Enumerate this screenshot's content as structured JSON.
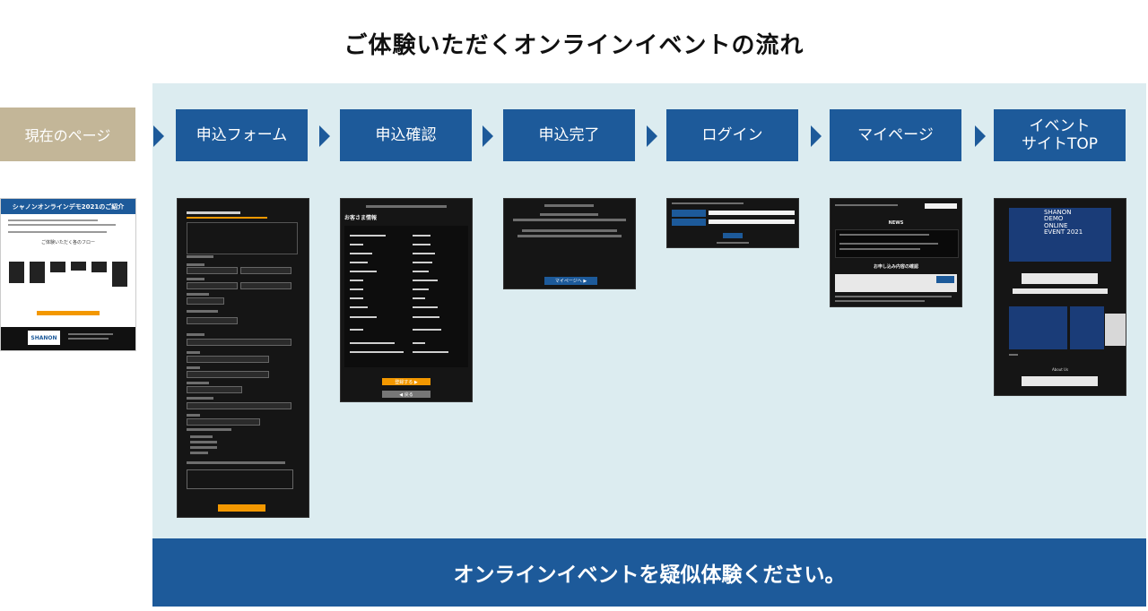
{
  "title": "ご体験いただくオンラインイベントの流れ",
  "current_page_label": "現在のページ",
  "steps": [
    {
      "label": "申込フォーム"
    },
    {
      "label": "申込確認"
    },
    {
      "label": "申込完了"
    },
    {
      "label": "ログイン"
    },
    {
      "label": "マイページ"
    },
    {
      "label": "イベント\nサイトTOP"
    }
  ],
  "banner": "オンラインイベントを疑似体験ください。",
  "thumbnails": {
    "current": {
      "header": "シャノンオンラインデモ2021のご紹介",
      "flow_heading": "ご体験いただく各のフロー",
      "logo": "SHANON"
    },
    "confirm": {
      "heading": "お客さま情報",
      "submit": "登録する ▶",
      "back": "◀ 戻る"
    },
    "complete": {
      "button": "マイページへ ▶"
    },
    "mypage": {
      "news": "NEWS",
      "details": "お申し込み内容の確認"
    },
    "eventtop": {
      "hero": "SHANON\nDEMO\nONLINE\nEVENT 2021",
      "about": "About Us"
    }
  },
  "colors": {
    "step_blue": "#1d5a9a",
    "panel_bg": "#dcecf0",
    "current_tan": "#c3b698",
    "button_orange": "#f39800"
  }
}
